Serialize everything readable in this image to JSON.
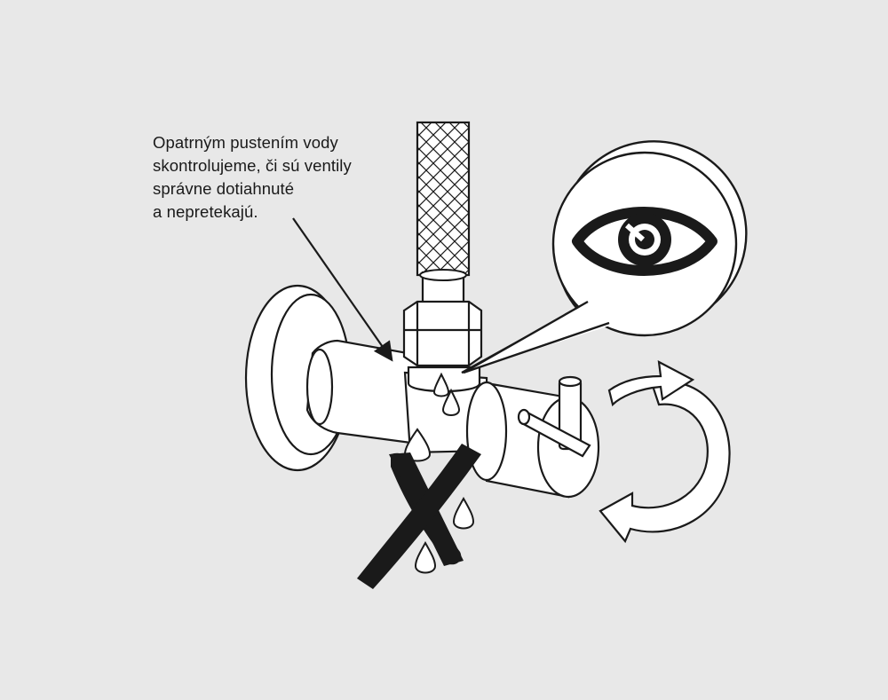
{
  "caption": {
    "lines": [
      "Opatrným pustením vody",
      "skontrolujeme, či sú ventily",
      "správne dotiahnuté",
      "a nepretekajú."
    ]
  },
  "colors": {
    "background": "#e8e8e8",
    "outline": "#1a1a1a",
    "fill": "#ffffff"
  },
  "icons": [
    "eye-icon",
    "rotation-arrow-icon",
    "cross-mark-icon",
    "water-drop-icon"
  ]
}
